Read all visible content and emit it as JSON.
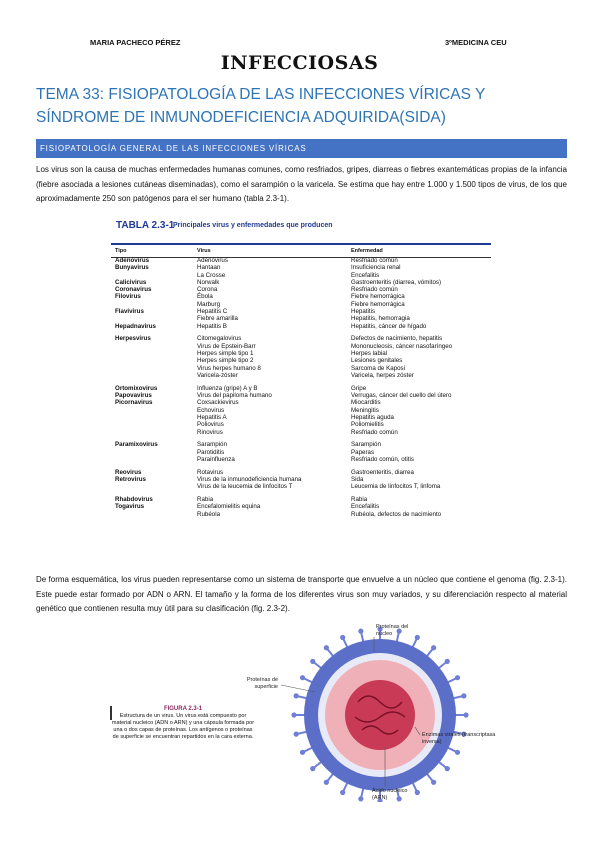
{
  "header": {
    "author": "MARIA PACHECO PÉREZ",
    "course": "3ºMEDICINA CEU"
  },
  "doc_title": "INFECCIOSAS",
  "tema": "TEMA 33: FISIOPATOLOGÍA DE LAS INFECCIONES VÍRICAS Y SÍNDROME DE INMUNODEFICIENCIA ADQUIRIDA(SIDA)",
  "section_heading": "FISIOPATOLOGÍA GENERAL DE LAS INFECCIONES VÍRICAS",
  "para1": "Los virus son la causa de muchas enfermedades humanas comunes, como resfriados, gripes, diarreas o fiebres exantemáticas propias de la infancia (fiebre asociada a lesiones cutáneas diseminadas), como el sarampión o la varicela. Se estima que hay entre 1.000 y 1.500 tipos de virus, de los que aproximadamente 250 son patógenos para el ser humano (tabla 2.3-1).",
  "table": {
    "number": "TABLA 2.3-1",
    "title": "Principales virus y enfermedades que producen",
    "headers": [
      "Tipo",
      "Virus",
      "Enfermedad"
    ],
    "rows": [
      {
        "type": "Adenovirus",
        "virus": [
          "Adenovirus"
        ],
        "disease": [
          "Resfriado común"
        ]
      },
      {
        "type": "Bunyavirus",
        "virus": [
          "Hantaan",
          "La Crosse"
        ],
        "disease": [
          "Insuficiencia renal",
          "Encefalitis"
        ]
      },
      {
        "type": "Calicivirus",
        "virus": [
          "Norwalk"
        ],
        "disease": [
          "Gastroenteritis (diarrea, vómitos)"
        ]
      },
      {
        "type": "Coronavirus",
        "virus": [
          "Corona"
        ],
        "disease": [
          "Resfriado común"
        ]
      },
      {
        "type": "Filovirus",
        "virus": [
          "Ébola",
          "Marburg"
        ],
        "disease": [
          "Fiebre hemorrágica",
          "Fiebre hemorrágica"
        ]
      },
      {
        "type": "Flavivirus",
        "virus": [
          "Hepatitis C",
          "Fiebre amarilla"
        ],
        "disease": [
          "Hepatitis",
          "Hepatitis, hemorragia"
        ]
      },
      {
        "type": "Hepadnavirus",
        "virus": [
          "Hepatitis B"
        ],
        "disease": [
          "Hepatitis, cáncer de hígado"
        ]
      },
      {
        "type": "Herpesvirus",
        "virus": [
          "Citomegalovirus",
          "Virus de Epstein-Barr",
          "Herpes simple tipo 1",
          "Herpes simple tipo 2",
          "Virus herpes humano 8",
          "Varicela-zóster"
        ],
        "disease": [
          "Defectos de nacimiento, hepatitis",
          "Mononucleosis, cáncer nasofaríngeo",
          "Herpes labial",
          "Lesiones genitales",
          "Sarcoma de Kaposi",
          "Varicela, herpes zóster"
        ]
      },
      {
        "type": "Ortomixovirus",
        "virus": [
          "Influenza (gripe) A y B"
        ],
        "disease": [
          "Gripe"
        ]
      },
      {
        "type": "Papovavirus",
        "virus": [
          "Virus del papiloma humano"
        ],
        "disease": [
          "Verrugas, cáncer del cuello del útero"
        ]
      },
      {
        "type": "Picornavirus",
        "virus": [
          "Coxsackievirus",
          "Echovirus",
          "Hepatitis A",
          "Poliovirus",
          "Rinovirus"
        ],
        "disease": [
          "Miocarditis",
          "Meningitis",
          "Hepatitis aguda",
          "Poliomielitis",
          "Resfriado común"
        ]
      },
      {
        "type": "Paramixovirus",
        "virus": [
          "Sarampión",
          "Parotiditis",
          "Parainfluenza"
        ],
        "disease": [
          "Sarampión",
          "Paperas",
          "Resfriado común, otitis"
        ]
      },
      {
        "type": "Reovirus",
        "virus": [
          "Rotavirus"
        ],
        "disease": [
          "Gastroenteritis, diarrea"
        ]
      },
      {
        "type": "Retrovirus",
        "virus": [
          "Virus de la inmunodeficiencia humana",
          "Virus de la leucemia de linfocitos T"
        ],
        "disease": [
          "Sida",
          "Leucemia de linfocitos T, linfoma"
        ]
      },
      {
        "type": "Rhabdovirus",
        "virus": [
          "Rabia"
        ],
        "disease": [
          "Rabia"
        ]
      },
      {
        "type": "Togavirus",
        "virus": [
          "Encefalomielitis equina",
          "Rubéola"
        ],
        "disease": [
          "Encefalitis",
          "Rubéola, defectos de nacimiento"
        ]
      }
    ]
  },
  "para2": "De forma esquemática, los virus pueden representarse como un sistema de transporte que envuelve a un núcleo que contiene el genoma (fig. 2.3-1). Este puede estar formado por ADN o ARN. El tamaño y la forma de los diferentes virus son muy variados, y su diferenciación respecto al material genético que contienen resulta muy útil para su clasificación (fig. 2.3-2).",
  "figure": {
    "number": "FIGURA 2.3-1",
    "caption": "Estructura de un virus. Un virus está compuesto por material nucleico (ADN o ARN) y una cápsula formada por una o dos capas de proteínas. Los antígenos o proteínas de superficie se encuentran repartidos en la cara externa.",
    "labels": {
      "core_proteins": "Proteínas del núcleo",
      "surface_proteins": "Proteínas de superficie",
      "enzymes": "Enzimas virales (transcriptasa inversa)",
      "nucleic_acid": "Ácido nucleico (ARN)"
    },
    "colors": {
      "envelope": "#5b6fc9",
      "inner": "#f0b0b8",
      "core": "#c83a55",
      "spikes": "#6f7fd6"
    }
  }
}
